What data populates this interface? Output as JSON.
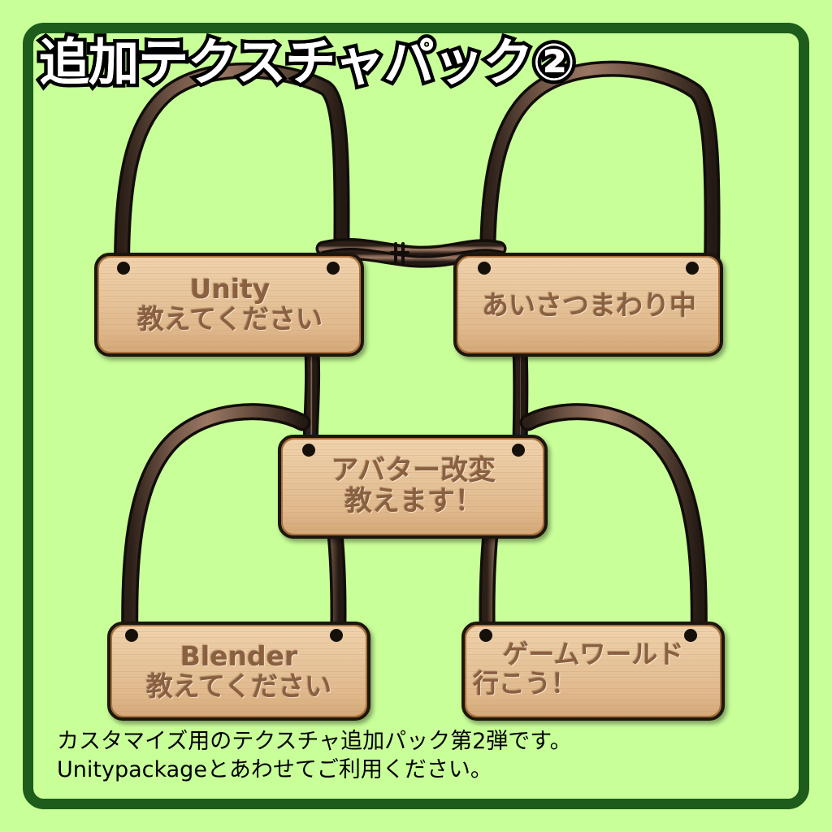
{
  "meta": {
    "title_text": "追加テクスチャパック②",
    "background_color": "#c9ff99",
    "frame_color": "#1d5c1b",
    "wood_color": "#e9c79e",
    "wood_edge_color": "#c99a6a",
    "rope_color": "#7a5c4a",
    "rope_outline_color": "#1a1410",
    "engrave_color": "#8a6040"
  },
  "header": {
    "title": "追加テクスチャパック②"
  },
  "signs": [
    {
      "id": "sign-unity",
      "name": "unity-sign",
      "lines": [
        "Unity",
        "教えてください"
      ],
      "line1": "Unity",
      "line2": "教えてください"
    },
    {
      "id": "sign-aisatsu",
      "name": "greeting-sign",
      "lines": [
        "あいさつまわり中"
      ],
      "line1": "あいさつまわり中",
      "line2": ""
    },
    {
      "id": "sign-avatar",
      "name": "avatar-edit-sign",
      "lines": [
        "アバター改変",
        "教えます！"
      ],
      "line1": "アバター改変",
      "line2": "教えます！"
    },
    {
      "id": "sign-blender",
      "name": "blender-sign",
      "lines": [
        "Blender",
        "教えてください"
      ],
      "line1": "Blender",
      "line2": "教えてください"
    },
    {
      "id": "sign-gameworld",
      "name": "game-world-sign",
      "lines": [
        "ゲームワールド",
        "行こう！"
      ],
      "line1": "ゲームワールド",
      "line2": "行こう！"
    }
  ],
  "caption": {
    "line1": "カスタマイズ用のテクスチャ追加パック第2弾です。",
    "line2": "Unitypackageとあわせてご利用ください。"
  }
}
